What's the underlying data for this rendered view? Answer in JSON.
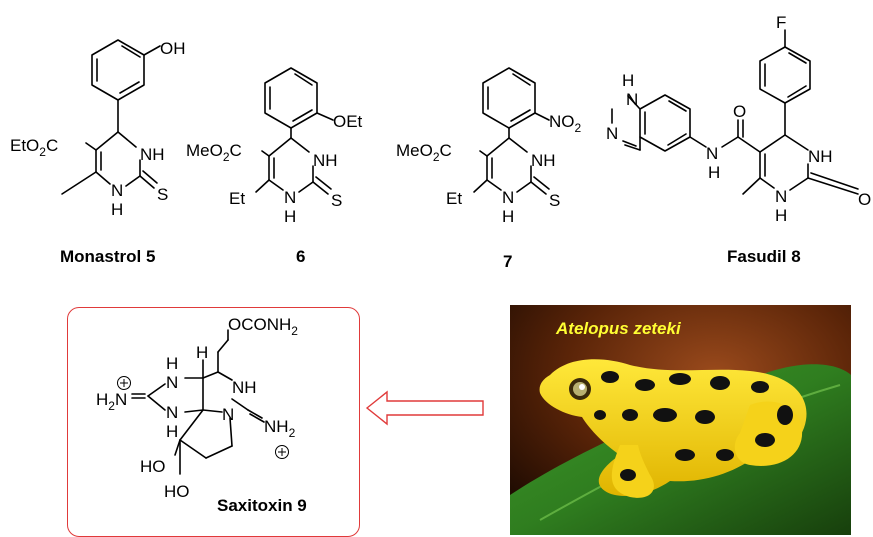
{
  "compounds": {
    "monastrol": {
      "caption": "Monastrol 5",
      "labels": [
        "OH",
        "EtO",
        "2",
        "C",
        "NH",
        "N",
        "H",
        "S"
      ]
    },
    "c6": {
      "caption": "6",
      "labels": [
        "OEt",
        "MeO",
        "2",
        "C",
        "NH",
        "Et",
        "N",
        "H",
        "S"
      ]
    },
    "c7": {
      "caption": "7",
      "labels": [
        "NO",
        "2",
        "MeO",
        "2",
        "C",
        "NH",
        "Et",
        "N",
        "H",
        "S"
      ]
    },
    "fasudil": {
      "caption": "Fasudil 8",
      "labels": [
        "F",
        "H",
        "N",
        "N",
        "O",
        "N",
        "H",
        "NH",
        "N",
        "H",
        "O"
      ]
    },
    "saxitoxin": {
      "caption": "Saxitoxin 9",
      "labels": [
        "OCONH",
        "2",
        "H",
        "H",
        "N",
        "NH",
        "H",
        "N",
        "N",
        "H",
        "N",
        "NH",
        "2",
        "HO",
        "HO"
      ]
    }
  },
  "photo": {
    "species": "Atelopus zeteki"
  },
  "colors": {
    "box_border": "#e03a3a",
    "arrow": "#e03a3a",
    "species_label": "#ffff33"
  }
}
